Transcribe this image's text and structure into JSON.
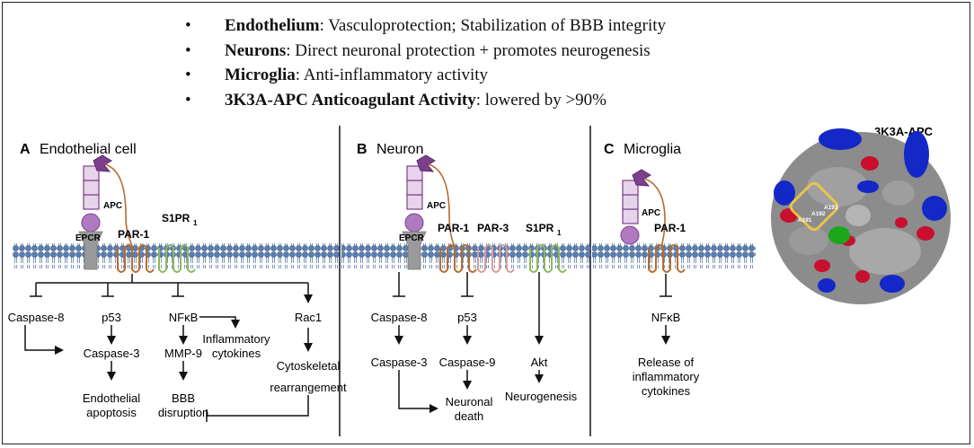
{
  "bullets": [
    {
      "bold": "Endothelium",
      "rest": ": Vasculoprotection; Stabilization of BBB integrity"
    },
    {
      "bold": "Neurons",
      "rest": ": Direct neuronal protection + promotes neurogenesis"
    },
    {
      "bold": "Microglia",
      "rest": ": Anti-inflammatory activity"
    },
    {
      "bold": "3K3A-APC Anticoagulant Activity",
      "rest": ": lowered by >90%"
    }
  ],
  "bullet_symbol": "•",
  "panel_a": {
    "letter": "A",
    "title": "Endothelial cell",
    "apc": "APC",
    "epcr": "EPCR",
    "par1": "PAR-1",
    "s1pr1": "S1PR",
    "s1pr1_sub": "1",
    "caspase8": "Caspase-8",
    "p53": "p53",
    "nfkb": "NFκB",
    "rac1": "Rac1",
    "caspase3": "Caspase-3",
    "mmp9": "MMP-9",
    "inflam_1": "Inflammatory",
    "inflam_2": "cytokines",
    "cyto_1": "Cytoskeletal",
    "cyto_2": "rearrangement",
    "endo_1": "Endothelial",
    "endo_2": "apoptosis",
    "bbb_1": "BBB",
    "bbb_2": "disruption"
  },
  "panel_b": {
    "letter": "B",
    "title": "Neuron",
    "apc": "APC",
    "epcr": "EPCR",
    "par1": "PAR-1",
    "par3": "PAR-3",
    "s1pr1": "S1PR",
    "s1pr1_sub": "1",
    "caspase8": "Caspase-8",
    "p53": "p53",
    "caspase3": "Caspase-3",
    "caspase9": "Caspase-9",
    "akt": "Akt",
    "neurogenesis": "Neurogenesis",
    "death_1": "Neuronal",
    "death_2": "death"
  },
  "panel_c": {
    "letter": "C",
    "title": "Microglia",
    "apc": "APC",
    "par1": "PAR-1",
    "nfkb": "NFκB",
    "release_1": "Release of",
    "release_2": "inflammatory",
    "release_3": "cytokines"
  },
  "structure": {
    "title": "3K3A-APC",
    "res1": "A191",
    "res2": "A192",
    "res3": "A193"
  },
  "colors": {
    "apc_purple": "#7b3f8c",
    "apc_light": "#e7d3ea",
    "par1": "#b86a2c",
    "par3": "#d89a9a",
    "s1pr1": "#8db85a",
    "epcr": "#9a9a9a",
    "membrane": "#5a7fb0",
    "protein_gray": "#8c8c8c",
    "protein_red": "#c8102e",
    "protein_blue": "#1428c8",
    "protein_green": "#1aa81a",
    "highlight_box": "#e8c44a"
  }
}
